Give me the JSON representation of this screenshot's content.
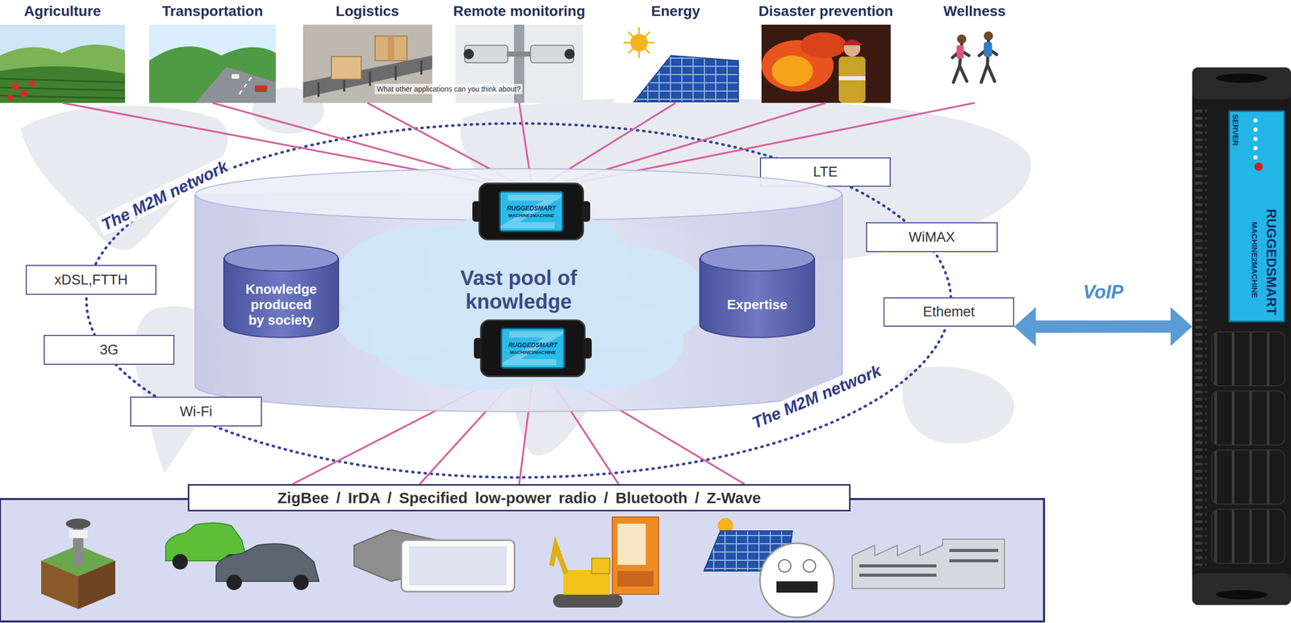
{
  "diagram": {
    "nodes": [
      {
        "text": [
          "Agriculture"
        ]
      },
      {
        "text": [
          "Transportation"
        ]
      },
      {
        "text": [
          "Logistics"
        ]
      },
      {
        "text": [
          "Remote monitoring"
        ]
      },
      {
        "text": [
          "Energy"
        ]
      },
      {
        "text": [
          "Disaster prevention"
        ]
      },
      {
        "text": [
          "Wellness"
        ]
      },
      {
        "text": [
          "LTE"
        ]
      },
      {
        "text": [
          "Vast pool of knowledge"
        ]
      },
      {
        "text": [
          "RUGGEDSMART",
          "MACHINE2MACHINE"
        ],
        "in": 8
      },
      {
        "text": [
          "WiMAX"
        ]
      },
      {
        "text": [
          "Knowledge produced by society"
        ],
        "in": 8
      },
      {
        "text": [
          "Expertise"
        ],
        "in": 8
      },
      {
        "text": [
          "xDSL,FTTH"
        ]
      },
      {
        "text": [
          "Ethemet"
        ]
      },
      {
        "text": [
          "RUGGEDSMART",
          "MACHINE2MACHINE"
        ],
        "in": 8
      },
      {
        "text": [
          "3G"
        ]
      },
      {
        "text": [
          "Wi-Fi"
        ]
      },
      {
        "text": [
          "ZigBee / IrDA / Specified low-power radio / Bluetooth / Z-Wave"
        ]
      },
      {
        "text": [
          "SERVER",
          "RUGGEDSMART",
          "MACHINE2MACHINE"
        ]
      }
    ],
    "edges": [
      {
        "from": 0,
        "to": 9,
        "arrow": "none"
      },
      {
        "from": 1,
        "to": 9,
        "arrow": "none"
      },
      {
        "from": 2,
        "to": 9,
        "arrow": "none"
      },
      {
        "from": 3,
        "to": 9,
        "arrow": "none"
      },
      {
        "from": 4,
        "to": 9,
        "arrow": "none"
      },
      {
        "from": 5,
        "to": 9,
        "arrow": "none"
      },
      {
        "from": 6,
        "to": 9,
        "arrow": "none"
      },
      {
        "from": 15,
        "to": 18,
        "arrow": "none"
      },
      {
        "from": 15,
        "to": 18,
        "arrow": "none"
      },
      {
        "from": 15,
        "to": 18,
        "arrow": "none"
      },
      {
        "from": 15,
        "to": 18,
        "arrow": "none"
      },
      {
        "from": 15,
        "to": 18,
        "arrow": "none"
      },
      {
        "from": 14,
        "to": 19,
        "label": "VoIP",
        "arrow": "both"
      }
    ],
    "labels": [
      "What other applications can you think about?",
      "The M2M network",
      "The M2M network"
    ]
  }
}
